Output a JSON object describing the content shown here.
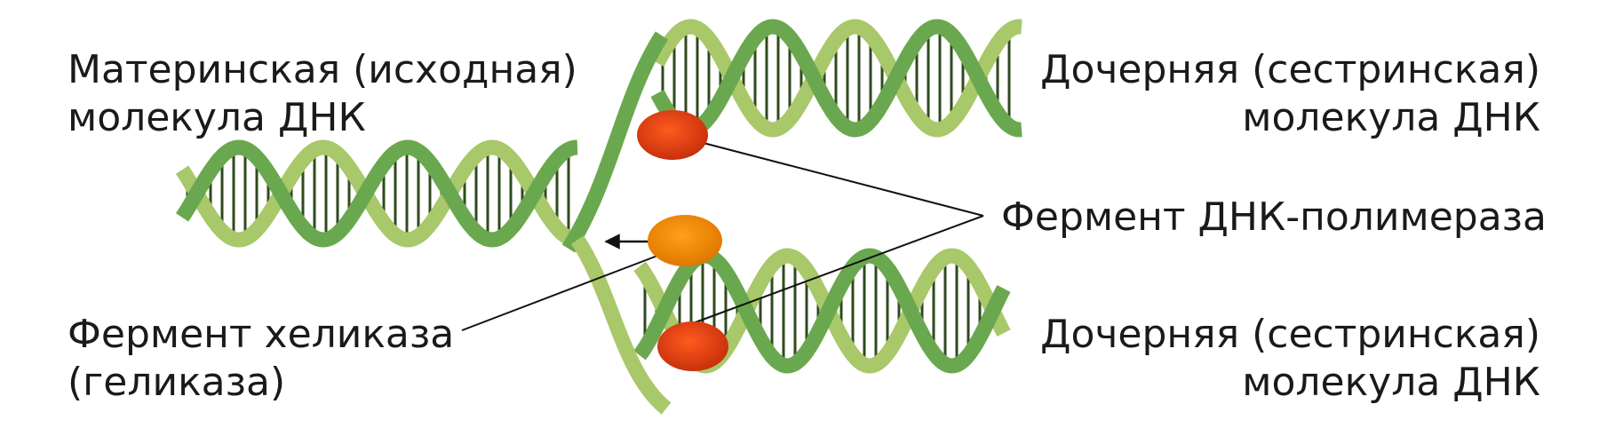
{
  "labels": {
    "parent_molecule": {
      "line1": "Материнская (исходная)",
      "line2": "молекула ДНК"
    },
    "daughter_top": {
      "line1": "Дочерняя (сестринская)",
      "line2": "молекула ДНК"
    },
    "polymerase": "Фермент ДНК-полимераза",
    "helicase": {
      "line1": "Фермент хеликаза",
      "line2": "(геликаза)"
    },
    "daughter_bottom": {
      "line1": "Дочерняя (сестринская)",
      "line2": "молекула ДНК"
    }
  },
  "colors": {
    "strand_dark": "#4a7a3a",
    "strand_mid": "#6aa84f",
    "strand_light": "#a8c86a",
    "strand_pale": "#c9d98e",
    "rung": "#2f4a1e",
    "polymerase": "#e03a10",
    "helicase": "#f08a00",
    "leader_line": "#111111"
  }
}
